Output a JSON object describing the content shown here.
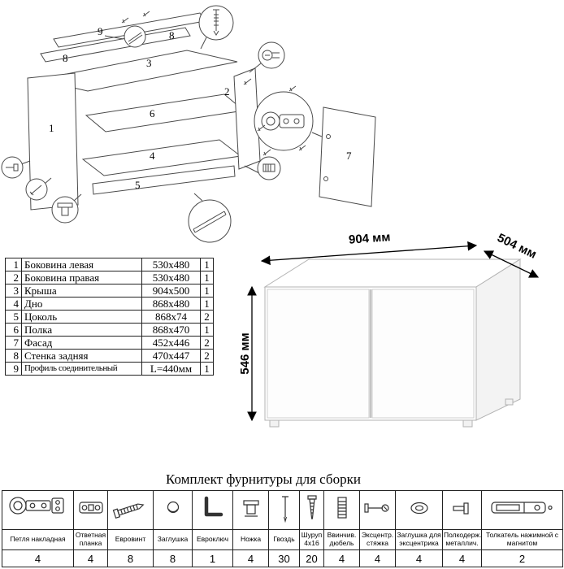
{
  "exploded": {
    "labels": {
      "l1": "1",
      "l2": "2",
      "l3": "3",
      "l4": "4",
      "l5": "5",
      "l6": "6",
      "l7": "7",
      "l8a": "8",
      "l8b": "8",
      "l9": "9"
    }
  },
  "parts_table": {
    "rows": [
      {
        "num": "1",
        "name": "Боковина левая",
        "size": "530x480",
        "qty": "1"
      },
      {
        "num": "2",
        "name": "Боковина правая",
        "size": "530x480",
        "qty": "1"
      },
      {
        "num": "3",
        "name": "Крыша",
        "size": "904x500",
        "qty": "1"
      },
      {
        "num": "4",
        "name": "Дно",
        "size": "868x480",
        "qty": "1"
      },
      {
        "num": "5",
        "name": "Цоколь",
        "size": "868x74",
        "qty": "2"
      },
      {
        "num": "6",
        "name": "Полка",
        "size": "868x470",
        "qty": "1"
      },
      {
        "num": "7",
        "name": "Фасад",
        "size": "452x446",
        "qty": "2"
      },
      {
        "num": "8",
        "name": "Стенка задняя",
        "size": "470x447",
        "qty": "2"
      },
      {
        "num": "9",
        "name": "Профиль соединительный",
        "size": "L=440мм",
        "qty": "1"
      }
    ]
  },
  "assembled": {
    "width_label": "904 мм",
    "depth_label": "504 мм",
    "height_label": "546 мм"
  },
  "hardware": {
    "title": "Комплект фурнитуры для сборки",
    "items": [
      {
        "label": "Петля накладная",
        "qty": "4",
        "icon": "hinge-icon"
      },
      {
        "label": "Ответная планка",
        "qty": "4",
        "icon": "striker-plate-icon"
      },
      {
        "label": "Евровинт",
        "qty": "8",
        "icon": "euro-screw-icon"
      },
      {
        "label": "Заглушка",
        "qty": "8",
        "icon": "cap-icon"
      },
      {
        "label": "Евроключ",
        "qty": "1",
        "icon": "hex-key-icon"
      },
      {
        "label": "Ножка",
        "qty": "4",
        "icon": "leg-icon"
      },
      {
        "label": "Гвоздь",
        "qty": "30",
        "icon": "nail-icon"
      },
      {
        "label": "Шуруп 4x16",
        "qty": "20",
        "icon": "screw-icon"
      },
      {
        "label": "Ввинчив. дюбель",
        "qty": "4",
        "icon": "dowel-icon"
      },
      {
        "label": "Эксцентр. стяжка",
        "qty": "4",
        "icon": "cam-bolt-icon"
      },
      {
        "label": "Заглушка для эксцентрика",
        "qty": "4",
        "icon": "cam-cap-icon"
      },
      {
        "label": "Полкодерж. металлич.",
        "qty": "4",
        "icon": "shelf-support-icon"
      },
      {
        "label": "Толкатель нажимной с магнитом",
        "qty": "2",
        "icon": "push-latch-icon"
      }
    ]
  }
}
